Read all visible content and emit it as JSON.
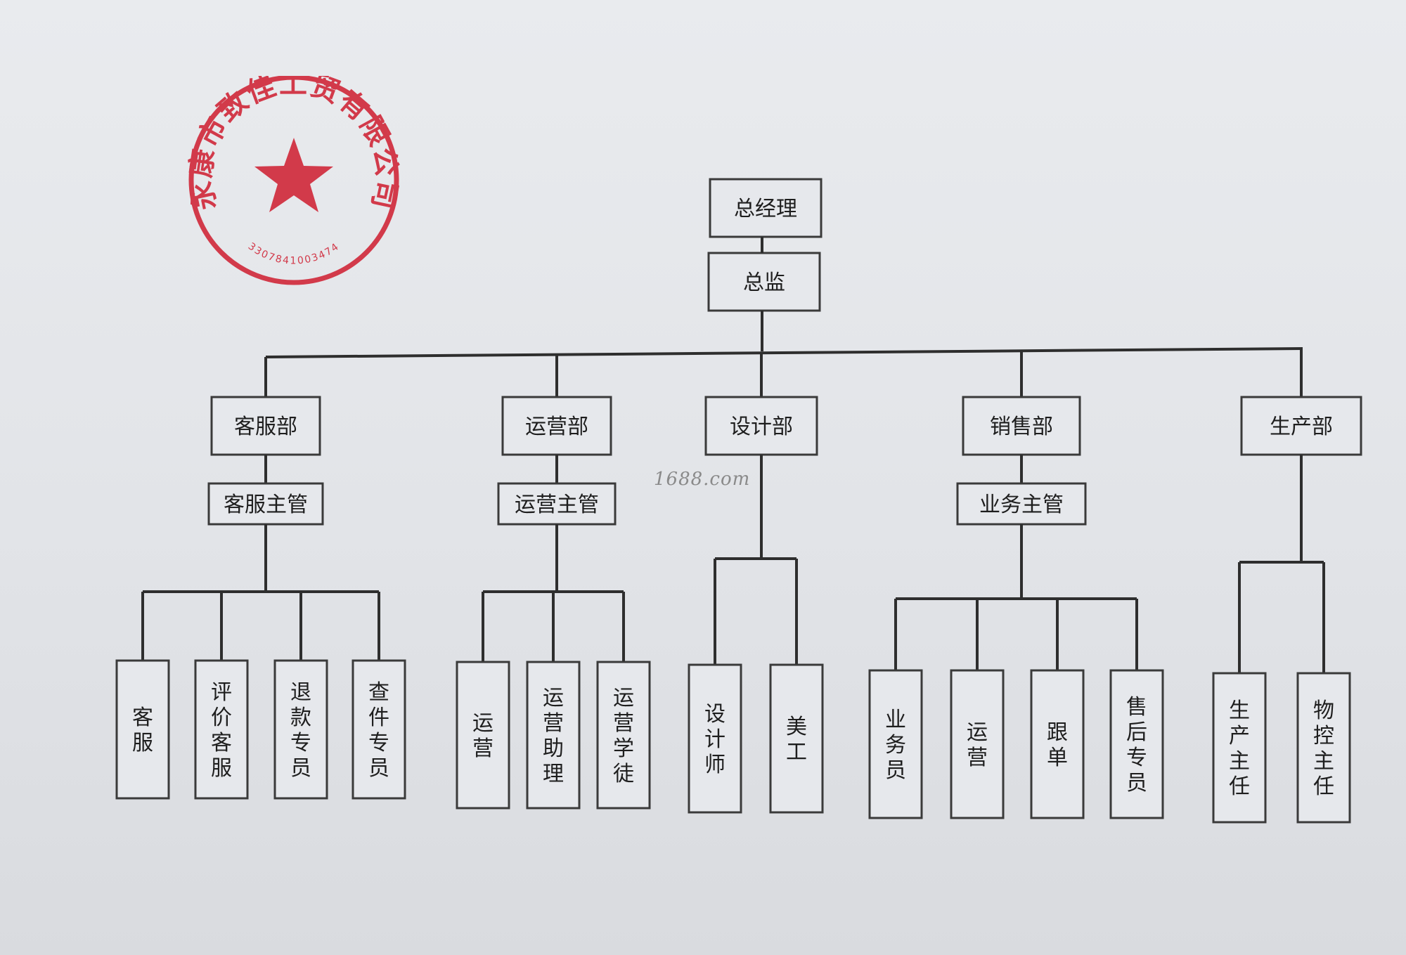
{
  "seal": {
    "company": "永康市致佳工贸有限公司",
    "code": "3307841003474",
    "color": "#d23a4a"
  },
  "watermark": "1688.com",
  "top": {
    "ceo": "总经理",
    "director": "总监"
  },
  "departments": [
    {
      "name": "客服部",
      "manager": "客服主管",
      "staff": [
        "客服",
        "评价客服",
        "退款专员",
        "查件专员"
      ]
    },
    {
      "name": "运营部",
      "manager": "运营主管",
      "staff": [
        "运营",
        "运营助理",
        "运营学徒"
      ]
    },
    {
      "name": "设计部",
      "manager": "",
      "staff": [
        "设计师",
        "美工"
      ]
    },
    {
      "name": "销售部",
      "manager": "业务主管",
      "staff": [
        "业务员",
        "运营",
        "跟单",
        "售后专员"
      ]
    },
    {
      "name": "生产部",
      "manager": "",
      "staff": [
        "生产主任",
        "物控主任"
      ]
    }
  ]
}
